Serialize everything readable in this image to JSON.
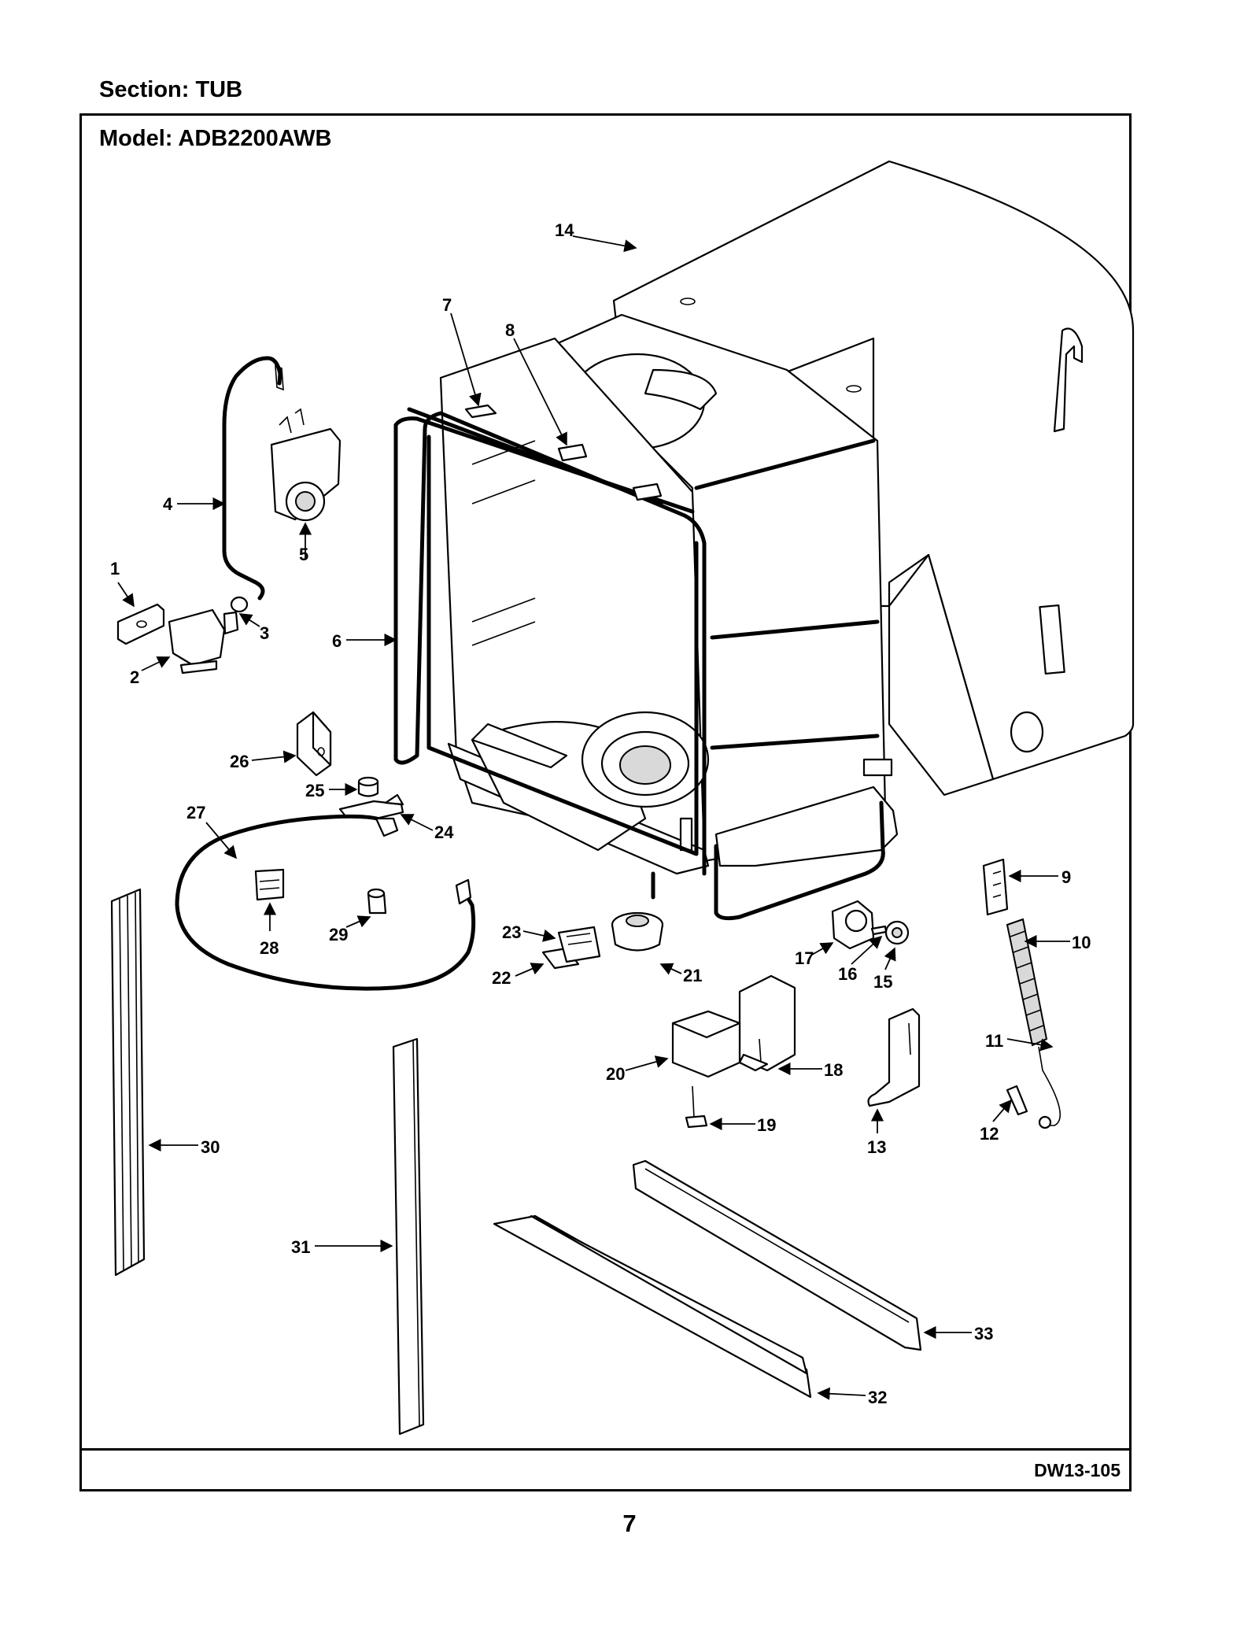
{
  "section_title": "Section:  TUB",
  "model_title": "Model:  ADB2200AWB",
  "ref_code": "DW13-105",
  "page_number": "7",
  "callouts": [
    "1",
    "2",
    "3",
    "4",
    "5",
    "6",
    "7",
    "8",
    "9",
    "10",
    "11",
    "12",
    "13",
    "14",
    "15",
    "16",
    "17",
    "18",
    "19",
    "20",
    "21",
    "22",
    "23",
    "24",
    "25",
    "26",
    "27",
    "28",
    "29",
    "30",
    "31",
    "32",
    "33"
  ]
}
